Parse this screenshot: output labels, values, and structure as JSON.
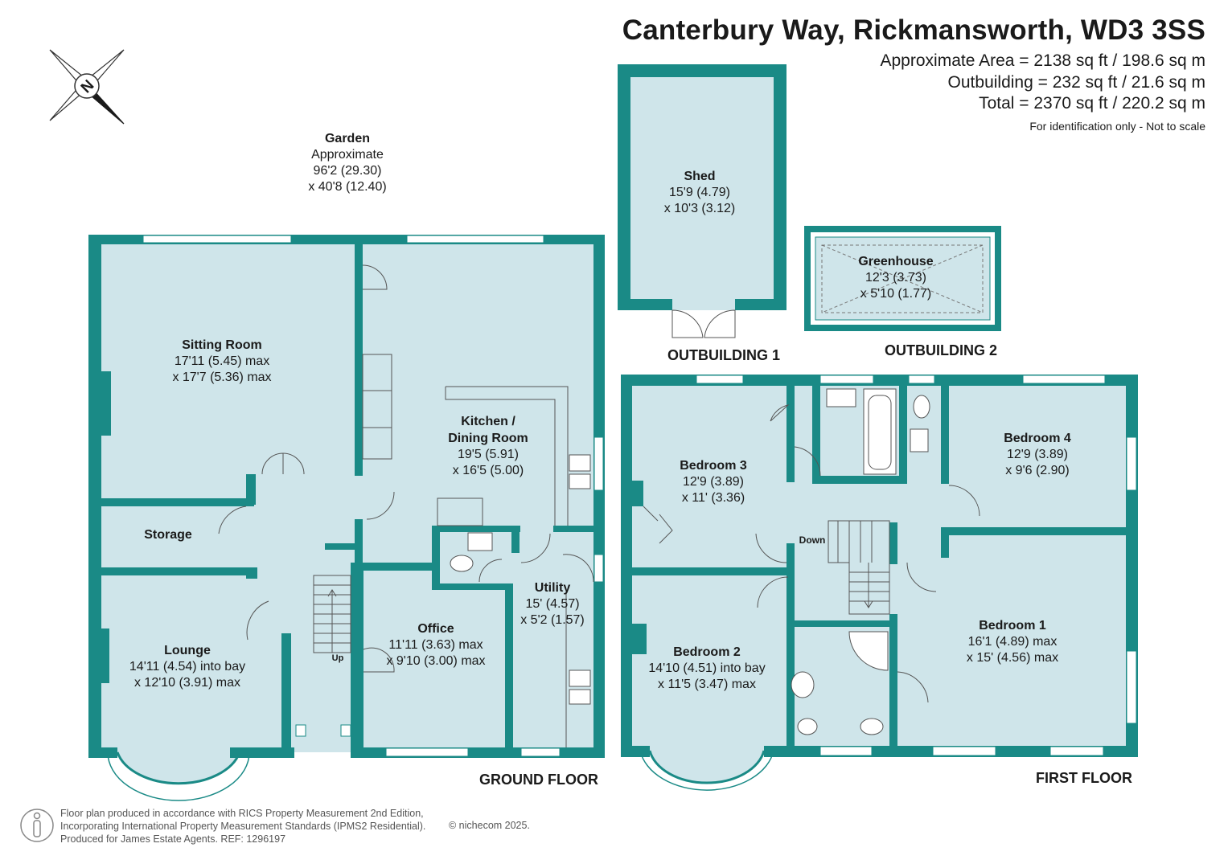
{
  "header": {
    "address": "Canterbury Way, Rickmansworth, WD3 3SS",
    "area_lines": [
      "Approximate Area = 2138 sq ft / 198.6 sq m",
      "Outbuilding = 232 sq ft / 21.6 sq m",
      "Total = 2370 sq ft / 220.2 sq m"
    ],
    "note": "For identification only - Not to scale"
  },
  "compass": {
    "letter": "N",
    "icon": "compass-rose-icon"
  },
  "garden": {
    "name": "Garden",
    "l1": "Approximate",
    "l2": "96'2 (29.30)",
    "l3": "x 40'8 (12.40)"
  },
  "floors": {
    "ground": "GROUND FLOOR",
    "first": "FIRST FLOOR",
    "outbuilding1": "OUTBUILDING 1",
    "outbuilding2": "OUTBUILDING 2"
  },
  "rooms": {
    "sitting": {
      "name": "Sitting Room",
      "l1": "17'11 (5.45) max",
      "l2": "x 17'7 (5.36) max"
    },
    "kitchen": {
      "name1": "Kitchen /",
      "name2": "Dining Room",
      "l1": "19'5 (5.91)",
      "l2": "x 16'5 (5.00)"
    },
    "storage": {
      "name": "Storage"
    },
    "lounge": {
      "name": "Lounge",
      "l1": "14'11 (4.54) into bay",
      "l2": "x 12'10 (3.91) max"
    },
    "office": {
      "name": "Office",
      "l1": "11'11 (3.63) max",
      "l2": "x 9'10 (3.00) max"
    },
    "utility": {
      "name": "Utility",
      "l1": "15' (4.57)",
      "l2": "x 5'2 (1.57)"
    },
    "shed": {
      "name": "Shed",
      "l1": "15'9 (4.79)",
      "l2": "x 10'3 (3.12)"
    },
    "greenhouse": {
      "name": "Greenhouse",
      "l1": "12'3 (3.73)",
      "l2": "x 5'10 (1.77)"
    },
    "bed3": {
      "name": "Bedroom 3",
      "l1": "12'9 (3.89)",
      "l2": "x 11' (3.36)"
    },
    "bed4": {
      "name": "Bedroom 4",
      "l1": "12'9 (3.89)",
      "l2": "x 9'6 (2.90)"
    },
    "bed2": {
      "name": "Bedroom 2",
      "l1": "14'10 (4.51) into bay",
      "l2": "x 11'5 (3.47) max"
    },
    "bed1": {
      "name": "Bedroom 1",
      "l1": "16'1 (4.89) max",
      "l2": "x 15' (4.56) max"
    }
  },
  "stairs": {
    "up": "Up",
    "down": "Down"
  },
  "footer": {
    "lines": [
      "Floor plan produced in accordance with RICS Property Measurement 2nd Edition,",
      "Incorporating International Property Measurement Standards (IPMS2 Residential).",
      "Produced for James Estate Agents.   REF: 1296197"
    ],
    "copyright": "© nichecom 2025."
  },
  "colors": {
    "wall": "#1a8a86",
    "floor": "#cfe5ea",
    "glazing": "#ffffff",
    "text": "#1a1a1a"
  }
}
